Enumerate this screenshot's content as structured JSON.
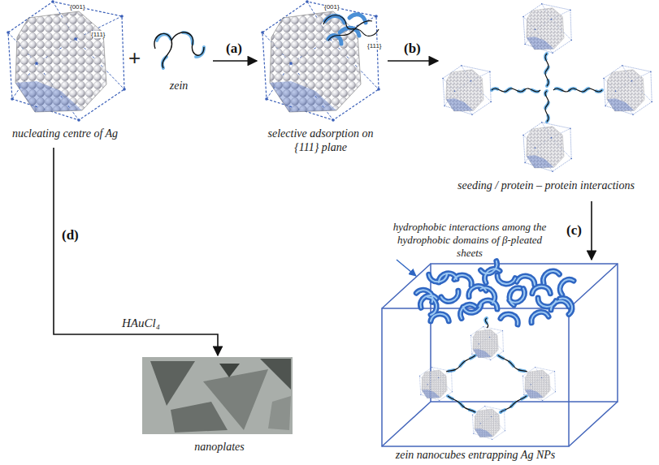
{
  "diagram": {
    "nodes": [
      {
        "text": [
          "nucleating centre of Ag"
        ]
      },
      {
        "text": [
          "zein"
        ]
      },
      {
        "text": [
          "selective adsorption on {111} plane"
        ]
      },
      {
        "text": [
          "seeding / protein – protein interactions"
        ]
      },
      {
        "text": [
          "zein nanocubes entrapping Ag NPs"
        ]
      },
      {
        "text": [
          "nanoplates"
        ]
      }
    ],
    "edges": [
      {
        "from": 1,
        "to": 2,
        "arrow": "to",
        "label": "(a)"
      },
      {
        "from": 2,
        "to": 3,
        "arrow": "to",
        "label": "(b)"
      },
      {
        "from": 3,
        "to": 4,
        "arrow": "to",
        "label": "(c)"
      },
      {
        "from": 0,
        "to": 5,
        "arrow": "to",
        "label": "(d)"
      }
    ],
    "labels": [
      "+",
      "{001}",
      "{111}",
      "{001}",
      "{111}",
      "hydrophobic interactions among the hydrophobic domains of β-pleated sheets",
      "HAuCl₄"
    ]
  }
}
